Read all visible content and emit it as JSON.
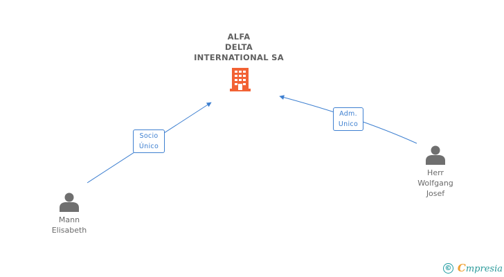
{
  "company": {
    "name_lines": [
      "ALFA",
      "DELTA",
      "INTERNATIONAL SA"
    ],
    "icon": "building-icon",
    "color": "#f26234"
  },
  "people": [
    {
      "name_lines": [
        "Mann",
        "Elisabeth"
      ],
      "icon": "person-icon"
    },
    {
      "name_lines": [
        "Herr",
        "Wolfgang",
        "Josef"
      ],
      "icon": "person-icon"
    }
  ],
  "relations": [
    {
      "label_lines": [
        "Socio",
        "Único"
      ],
      "from": "Mann Elisabeth",
      "to": "ALFA DELTA INTERNATIONAL SA"
    },
    {
      "label_lines": [
        "Adm.",
        "Unico"
      ],
      "from": "Herr Wolfgang Josef",
      "to": "ALFA DELTA INTERNATIONAL SA"
    }
  ],
  "colors": {
    "edge": "#3d7fd0",
    "person": "#6f6f6f",
    "text": "#5f5f5f"
  },
  "brand": {
    "copyright_symbol": "©",
    "name_initial": "C",
    "name_rest": "mpresia"
  }
}
